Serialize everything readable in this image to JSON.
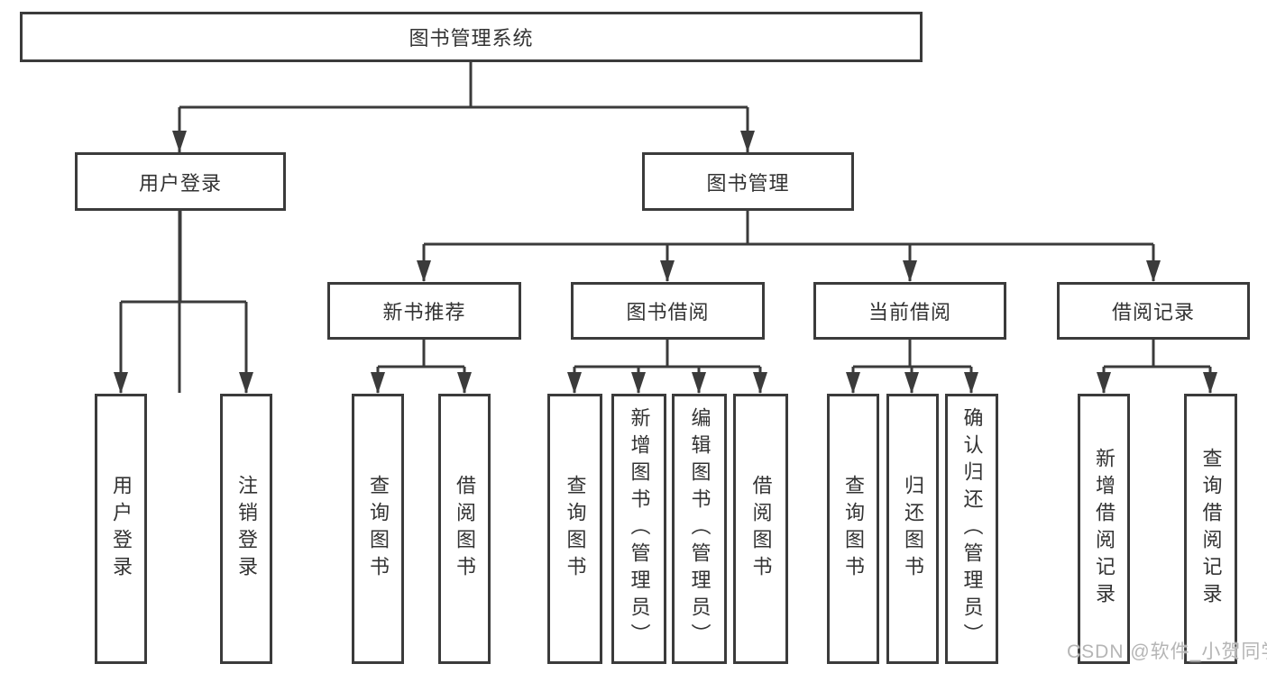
{
  "nodes": {
    "root": "图书管理系统",
    "level2": [
      "用户登录",
      "图书管理"
    ],
    "level3": [
      "新书推荐",
      "图书借阅",
      "当前借阅",
      "借阅记录"
    ],
    "user_login_children": [
      "用户登录",
      "注销登录"
    ],
    "new_book_children": [
      "查询图书",
      "借阅图书"
    ],
    "book_borrow_children": [
      "查询图书",
      "新增图书（管理员）",
      "编辑图书（管理员）",
      "借阅图书"
    ],
    "current_borrow_children": [
      "查询图书",
      "归还图书",
      "确认归还（管理员）"
    ],
    "records_children": [
      "新增借阅记录",
      "查询借阅记录"
    ]
  },
  "watermark": "CSDN @软件_小贺同学",
  "colors": {
    "line": "#3b3b3b",
    "text": "#333333",
    "watermark": "#b5b5b5",
    "background": "#ffffff"
  }
}
